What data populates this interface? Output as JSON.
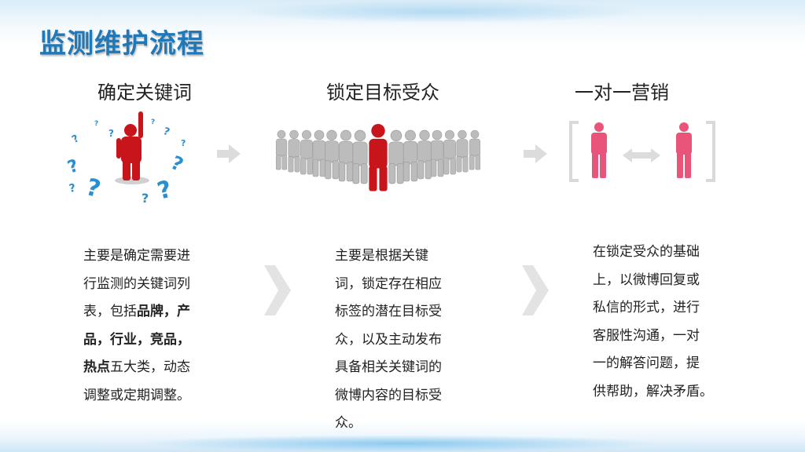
{
  "slide": {
    "title": "监测维护流程"
  },
  "steps": [
    {
      "heading": "确定关键词",
      "icon": "person-question-marks-icon",
      "lines": [
        [
          {
            "t": "主要是确定需要进"
          }
        ],
        [
          {
            "t": "行监测的关键词列"
          }
        ],
        [
          {
            "t": "表，包括"
          },
          {
            "t": "品牌，产",
            "b": true
          }
        ],
        [
          {
            "t": "品，行业，竞品，",
            "b": true
          }
        ],
        [
          {
            "t": "热点",
            "b": true
          },
          {
            "t": "五大类，动态"
          }
        ],
        [
          {
            "t": "调整或定期调整。"
          }
        ]
      ]
    },
    {
      "heading": "锁定目标受众",
      "icon": "crowd-target-person-icon",
      "lines": [
        [
          {
            "t": "主要是根据关键"
          }
        ],
        [
          {
            "t": "词，锁定存在相应"
          }
        ],
        [
          {
            "t": "标签的潜在目标受"
          }
        ],
        [
          {
            "t": "众，以及主动发布"
          }
        ],
        [
          {
            "t": "具备相关关键词的"
          }
        ],
        [
          {
            "t": "微博内容的目标受"
          }
        ],
        [
          {
            "t": "众。"
          }
        ]
      ]
    },
    {
      "heading": "一对一营销",
      "icon": "one-to-one-people-icon",
      "lines": [
        [
          {
            "t": "在锁定受众的基础"
          }
        ],
        [
          {
            "t": "上，以微博回复或"
          }
        ],
        [
          {
            "t": "私信的形式，进行"
          }
        ],
        [
          {
            "t": "客服性沟通，一对"
          }
        ],
        [
          {
            "t": "一的解答问题，提"
          }
        ],
        [
          {
            "t": "供帮助，解决矛盾。"
          }
        ]
      ]
    }
  ],
  "colors": {
    "title": "#1f78b8",
    "red_figure": "#c8141b",
    "pink_figure": "#e9557a",
    "blue_marks": "#2a8fd0",
    "gray_figure": "#b9b9b9",
    "arrow": "#dcdcdc"
  }
}
